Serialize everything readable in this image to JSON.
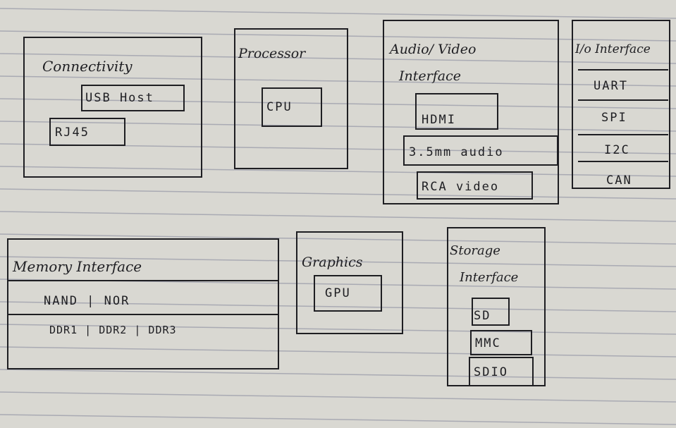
{
  "colors": {
    "paper": "#d9d8d2",
    "rule_line": "#a9aab3",
    "ink": "#1e1e22"
  },
  "connectivity": {
    "title": "Connectivity",
    "items": [
      "USB Host",
      "RJ45"
    ]
  },
  "processor": {
    "title": "Processor",
    "items": [
      "CPU"
    ]
  },
  "audio_video": {
    "title_line1": "Audio/ Video",
    "title_line2": "Interface",
    "items": [
      "HDMI",
      "3.5mm audio",
      "RCA video"
    ]
  },
  "io_interface": {
    "title": "I/o Interface",
    "items": [
      "UART",
      "SPI",
      "I2C",
      "CAN"
    ]
  },
  "memory": {
    "title": "Memory Interface",
    "row1": "NAND | NOR",
    "row2": "DDR1 | DDR2 | DDR3"
  },
  "graphics": {
    "title": "Graphics",
    "items": [
      "GPU"
    ]
  },
  "storage": {
    "title_line1": "Storage",
    "title_line2": "Interface",
    "items": [
      "SD",
      "MMC",
      "SDIO"
    ]
  }
}
